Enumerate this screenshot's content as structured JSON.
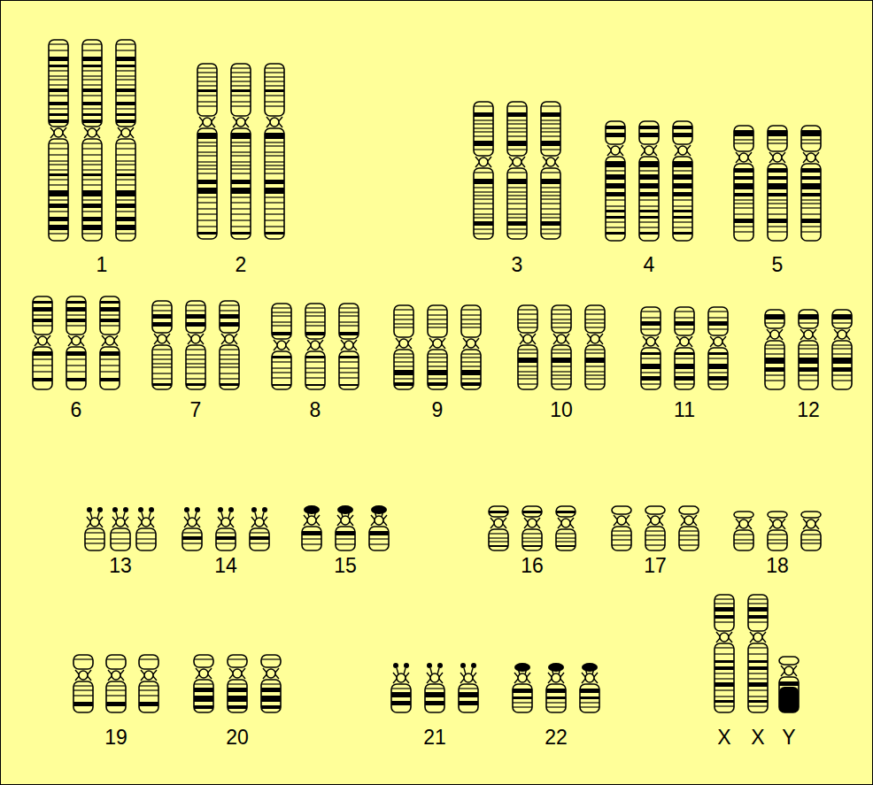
{
  "diagram": {
    "labels": [
      "1",
      "2",
      "3",
      "4",
      "5",
      "6",
      "7",
      "8",
      "9",
      "10",
      "11",
      "12",
      "13",
      "14",
      "15",
      "16",
      "17",
      "18",
      "19",
      "20",
      "21",
      "22",
      "X",
      "X",
      "Y"
    ]
  }
}
